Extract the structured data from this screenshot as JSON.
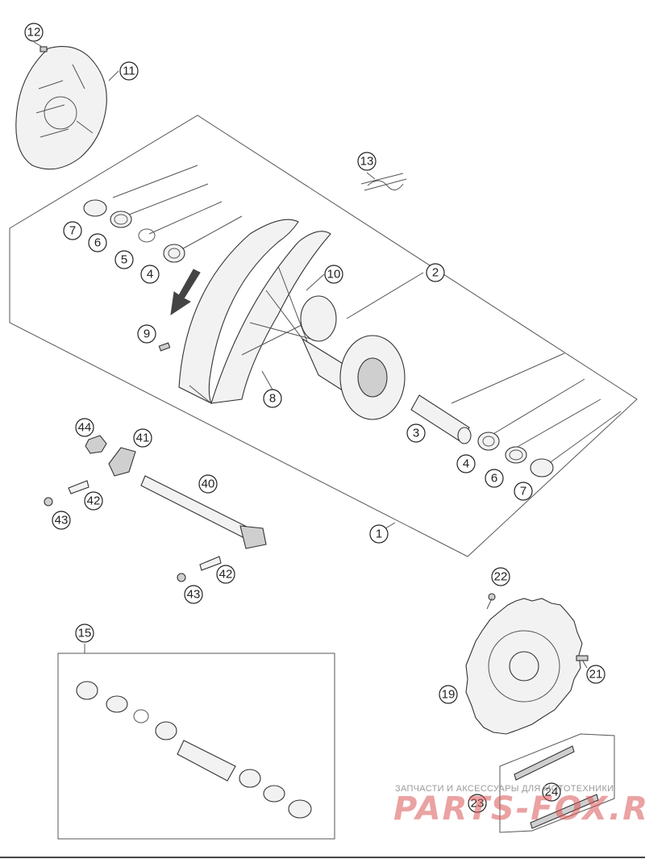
{
  "callouts": {
    "c1": "1",
    "c2": "2",
    "c3": "3",
    "c4a": "4",
    "c4b": "4",
    "c5": "5",
    "c6a": "6",
    "c6b": "6",
    "c7a": "7",
    "c7b": "7",
    "c8": "8",
    "c9": "9",
    "c10": "10",
    "c11": "11",
    "c12": "12",
    "c13": "13",
    "c15": "15",
    "c19": "19",
    "c21": "21",
    "c22": "22",
    "c23": "23",
    "c24": "24",
    "c40": "40",
    "c41": "41",
    "c42a": "42",
    "c42b": "42",
    "c43a": "43",
    "c43b": "43",
    "c44": "44"
  },
  "watermark": {
    "tagline": "ЗАПЧАСТИ И АКСЕССУАРЫ ДЛЯ МОТОТЕХНИКИ",
    "logo": "PARTS-FOX.RU"
  },
  "colors": {
    "line": "#555555",
    "part": "#f2f2f2",
    "watermark": "#d85555"
  }
}
